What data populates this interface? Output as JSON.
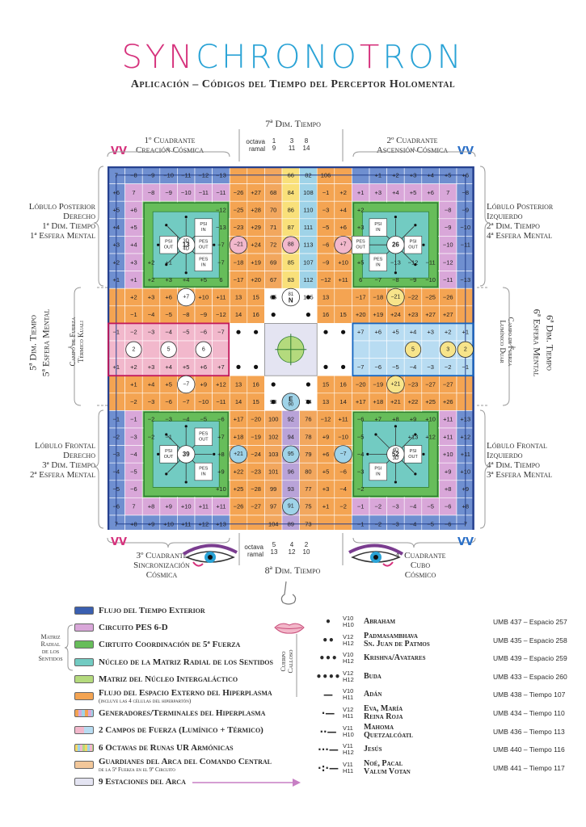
{
  "title": {
    "part1": "SYN",
    "part2": "CHRONO",
    "part3": "T",
    "part4": "RON"
  },
  "subtitle": "Aplicación – Códigos del Tiempo del Perceptor Holomental",
  "labels": {
    "dim7": "7ª Dim. Tiempo",
    "dim8": "8ª Dim. Tiempo",
    "q1": "1º Cuadrante\nCreación Cósmica",
    "q2": "2º Cuadrante\nAscensión Cósmica",
    "q3": "3º Cuadrante\nSincronización\nCósmica",
    "q4": "4º Cuadrante\nCubo\nCósmico",
    "lobe_pd": "Lóbulo Posterior\nDerecho\n1ª Dim. Tiempo\n1ª Esfera Mental",
    "lobe_pi": "Lóbulo Posterior\nIzquierdo\n2ª Dim. Tiempo\n4ª Esfera Mental",
    "lobe_fd": "Lóbulo Frontal\nDerecho\n3ª Dim. Tiempo\n2ª Esfera Mental",
    "lobe_fi": "Lóbulo Frontal\nIzquierdo\n4ª Dim. Tiempo\n3ª Esfera Mental",
    "dim5": "5ª Dim. Tiempo",
    "sphere5": "5ª Esfera Mental",
    "dim6": "6ª Dim. Tiempo",
    "sphere6": "6ª Esfera Mental",
    "field_kuali": "Campo de Fuerza\nTérmico Kuali",
    "field_duar": "Campo de Fuerza\nLumínico Duar",
    "octava": "octava",
    "ramal": "ramal",
    "top_octava": [
      "1",
      "3",
      "8"
    ],
    "top_ramal": [
      "9",
      "11",
      "14"
    ],
    "bottom_octava": [
      "5",
      "4",
      "2"
    ],
    "bottom_ramal": [
      "13",
      "12",
      "10"
    ],
    "matriz": "Matriz\nRadial\nde los\nSentidos",
    "cuerpo": "Cuerpo\nCalloso",
    "glyph_left": "VV",
    "glyph_right": "VV"
  },
  "grid": {
    "row0": [
      "7",
      "−8",
      "−9",
      "−10",
      "−11",
      "−12",
      "−13",
      "",
      "",
      "",
      "66",
      "82",
      "106",
      "",
      "",
      "+1",
      "+2",
      "+3",
      "+4",
      "+5",
      "+6",
      "7"
    ],
    "row1": [
      "+6",
      "7",
      "−8",
      "−9",
      "−10",
      "−11",
      "−11",
      "−26",
      "+27",
      "68",
      "84",
      "108",
      "−1",
      "+2",
      "+1",
      "+3",
      "+4",
      "+5",
      "+6",
      "7",
      "−8"
    ],
    "row2": [
      "+5",
      "+6",
      "",
      "",
      "",
      "",
      "−12",
      "−25",
      "+28",
      "70",
      "86",
      "110",
      "−3",
      "+4",
      "+2",
      "",
      "",
      "",
      "",
      "−8",
      "−9"
    ],
    "row3": [
      "+4",
      "+5",
      "",
      "",
      "",
      "",
      "−13",
      "−23",
      "+29",
      "71",
      "87",
      "111",
      "−5",
      "+6",
      "+3",
      "",
      "",
      "",
      "",
      "−9",
      "−10"
    ],
    "row4": [
      "+3",
      "+4",
      "",
      "",
      "",
      "",
      "−7",
      "−21",
      "+24",
      "72",
      "88",
      "113",
      "−6",
      "+7",
      "+4",
      "",
      "",
      "",
      "",
      "−10",
      "−11"
    ],
    "row5": [
      "+2",
      "+3",
      "+2",
      "+1",
      "",
      "",
      "−7",
      "−18",
      "+19",
      "69",
      "85",
      "107",
      "−9",
      "+10",
      "+5",
      "",
      "−13",
      "−12",
      "−11",
      "−12"
    ],
    "row6": [
      "+1",
      "+1",
      "+2",
      "+3",
      "+4",
      "+5",
      "6",
      "−17",
      "+20",
      "67",
      "83",
      "112",
      "−12",
      "+11",
      "6",
      "−7",
      "−8",
      "−9",
      "−10",
      "−11",
      "−13"
    ],
    "row7": [
      "",
      "+2",
      "+3",
      "+6",
      "+7",
      "+10",
      "+11",
      "13",
      "15",
      "65",
      "81",
      "105",
      "13",
      "",
      "−17",
      "−18",
      "−21",
      "−22",
      "−25",
      "−26",
      ""
    ],
    "row8": [
      "",
      "−1",
      "−4",
      "−5",
      "−8",
      "−9",
      "−12",
      "14",
      "16",
      "",
      "",
      "",
      "16",
      "15",
      "+20",
      "+19",
      "+24",
      "+23",
      "+27",
      "+27",
      ""
    ],
    "row9": [
      "−1",
      "−2",
      "−3",
      "−4",
      "−5",
      "−6",
      "−7",
      "",
      "",
      "",
      "",
      "",
      "",
      "",
      "+7",
      "+6",
      "+5",
      "+4",
      "+3",
      "+2",
      "+1"
    ],
    "row11": [
      "+1",
      "+2",
      "+3",
      "+4",
      "+5",
      "+6",
      "+7",
      "",
      "",
      "",
      "",
      "",
      "",
      "",
      "−7",
      "−6",
      "−5",
      "−4",
      "−3",
      "−2",
      "−1"
    ],
    "row12": [
      "",
      "+1",
      "+4",
      "+5",
      "+8",
      "+9",
      "+12",
      "13",
      "16",
      "",
      "",
      "",
      "15",
      "16",
      "−20",
      "−19",
      "−24",
      "−23",
      "−27",
      "−27",
      ""
    ],
    "row13": [
      "",
      "−2",
      "−3",
      "−6",
      "−7",
      "−10",
      "−11",
      "14",
      "15",
      "98",
      "",
      "74",
      "13",
      "14",
      "+17",
      "+18",
      "+21",
      "+22",
      "+25",
      "+26",
      ""
    ],
    "row14": [
      "−1",
      "−1",
      "−2",
      "−3",
      "−4",
      "−5",
      "−6",
      "+17",
      "−20",
      "100",
      "92",
      "76",
      "−12",
      "+11",
      "−6",
      "+7",
      "+8",
      "+9",
      "+10",
      "+11",
      "+13"
    ],
    "row15": [
      "−2",
      "−3",
      "−2",
      "−1",
      "",
      "",
      "+7",
      "+18",
      "−19",
      "102",
      "94",
      "78",
      "+9",
      "−10",
      "−5",
      "",
      "",
      "+13",
      "+12",
      "+11",
      "+12"
    ],
    "row16": [
      "−3",
      "−4",
      "",
      "",
      "",
      "",
      "+8",
      "+21",
      "−24",
      "103",
      "95",
      "79",
      "+6",
      "−7",
      "−4",
      "",
      "",
      "",
      "",
      "+10",
      "+11"
    ],
    "row17": [
      "−4",
      "−5",
      "",
      "",
      "",
      "",
      "+9",
      "+22",
      "−23",
      "101",
      "96",
      "80",
      "+5",
      "−6",
      "−3",
      "",
      "",
      "",
      "",
      "+9",
      "+10"
    ],
    "row18": [
      "−5",
      "−6",
      "",
      "",
      "",
      "",
      "+10",
      "+25",
      "−28",
      "99",
      "93",
      "77",
      "+3",
      "−4",
      "−2",
      "",
      "",
      "",
      "",
      "+8",
      "+9"
    ],
    "row19": [
      "−6",
      "7",
      "+8",
      "+9",
      "+10",
      "+11",
      "+11",
      "−26",
      "−27",
      "97",
      "91",
      "75",
      "+1",
      "−2",
      "−1",
      "−2",
      "−3",
      "−4",
      "−5",
      "−6",
      "+8"
    ],
    "row20": [
      "7",
      "+8",
      "+9",
      "+10",
      "+11",
      "+12",
      "+13",
      "",
      "",
      "104",
      "89",
      "73",
      "",
      "",
      "−1",
      "−2",
      "−3",
      "−4",
      "−5",
      "−6",
      "7"
    ]
  },
  "circles": {
    "q1": "13",
    "q2": "26",
    "q3": "39",
    "q4": "52",
    "n": "N",
    "n_num": "81",
    "e": "E",
    "e_num": "90",
    "c7": "+7",
    "c21": "−21",
    "c21b": "+21",
    "cm7": "−7",
    "cm21": "−21",
    "cp21": "+21",
    "k2": "2",
    "k5": "5",
    "k6": "6",
    "d5": "5",
    "d3": "3",
    "d2": "2",
    "c88": "88",
    "c95": "95",
    "c91": "91",
    "c7b": "+7",
    "c21c": "−21",
    "c7c": "−7",
    "c21d": "+21"
  },
  "psi": {
    "psi_in": "PSI\nIN",
    "psi_out": "PSI\nOUT",
    "pes_out": "PES\nOUT",
    "pes_in": "PES\nIN",
    "d3": "3D",
    "d4": "4D"
  },
  "legend": [
    {
      "color": "#3a5fb0",
      "label": "Flujo del Tiempo Exterior",
      "sub": ""
    },
    {
      "color": "#d9a7d9",
      "label": "Circuito PES 6-D",
      "sub": ""
    },
    {
      "color": "#67bd5a",
      "label": "Cirtuito Coordinación de 5ª Fuerza",
      "sub": ""
    },
    {
      "color": "#72cbc2",
      "label": "Núcleo de la Matriz Radial de los Sentidos",
      "sub": ""
    },
    {
      "color": "#b4da7d",
      "label": "Matriz del Núcleo Intergaláctico",
      "sub": ""
    },
    {
      "color": "#f4a452",
      "label": "Flujo del Espacio Externo del Hiperplasma",
      "sub": "(incluye las 4 células del hiperpartón)"
    },
    {
      "color": "stripe1",
      "label": "Generadores/Terminales del Hiperplasma",
      "sub": ""
    },
    {
      "color": "stripe2",
      "label": "2 Campos de Fuerza (Lumínico + Térmico)",
      "sub": ""
    },
    {
      "color": "stripe3",
      "label": "6 Octavas de Runas UR Armónicas",
      "sub": ""
    },
    {
      "color": "#f2c79a",
      "label": "Guardianes del Arca del Comando Central",
      "sub": "de la 5ª Fuerza en el 9º Circuito"
    },
    {
      "color": "#e4e4f2",
      "label": "9 Estaciones del Arca",
      "sub": ""
    }
  ],
  "consciousness": [
    {
      "dots": "•",
      "v": "V10",
      "h": "H10",
      "name": "Abraham",
      "name2": "",
      "umb": "UMB 437 – Espacio 257"
    },
    {
      "dots": "••",
      "v": "V12",
      "h": "H12",
      "name": "Padmasambhava",
      "name2": "Sn. Juan de Patmos",
      "umb": "UMB 435 – Espacio 258"
    },
    {
      "dots": "•••",
      "v": "V10",
      "h": "H12",
      "name": "Krishna/Avatares",
      "name2": "",
      "umb": "UMB 439 – Espacio 259"
    },
    {
      "dots": "••••",
      "v": "V12",
      "h": "H12",
      "name": "Buda",
      "name2": "",
      "umb": "UMB 433 – Espacio 260"
    },
    {
      "dots": "—",
      "v": "V10",
      "h": "H11",
      "name": "Adán",
      "name2": "",
      "umb": "UMB 438 – Tiempo 107"
    },
    {
      "dots": "·—",
      "v": "V12",
      "h": "H11",
      "name": "Eva, María",
      "name2": "Reina Roja",
      "umb": "UMB 434 – Tiempo 110"
    },
    {
      "dots": "··—",
      "v": "V11",
      "h": "H10",
      "name": "Mahoma",
      "name2": "Quetzalcóatl",
      "umb": "UMB 436 – Tiempo 113"
    },
    {
      "dots": "···—",
      "v": "V11",
      "h": "H12",
      "name": "Jesús",
      "name2": "",
      "umb": "UMB 440 – Tiempo 116"
    },
    {
      "dots": "·:·—",
      "v": "V11",
      "h": "H11",
      "name": "Noé, Pacal",
      "name2": "Valum Votan",
      "umb": "UMB 441 – Tiempo 117"
    }
  ]
}
